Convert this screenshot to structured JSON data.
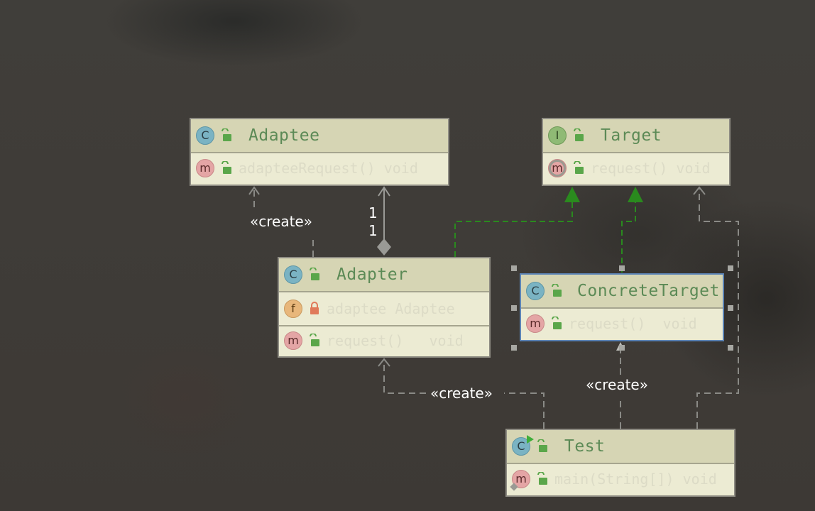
{
  "classes": {
    "adaptee": {
      "name": "Adaptee",
      "kind": "C",
      "members": [
        {
          "kind": "m",
          "text": "adapteeRequest() void"
        }
      ]
    },
    "target": {
      "name": "Target",
      "kind": "I",
      "members": [
        {
          "kind": "m",
          "text": "request() void"
        }
      ]
    },
    "adapter": {
      "name": "Adapter",
      "kind": "C",
      "members": [
        {
          "kind": "f",
          "text": "adaptee Adaptee"
        },
        {
          "kind": "m",
          "text": "request()   void"
        }
      ]
    },
    "concrete_target": {
      "name": "ConcreteTarget",
      "kind": "C",
      "members": [
        {
          "kind": "m",
          "text": "request()  void"
        }
      ]
    },
    "test": {
      "name": "Test",
      "kind": "C",
      "members": [
        {
          "kind": "m",
          "text": "main(String[]) void"
        }
      ]
    }
  },
  "labels": {
    "create_adaptee": "«create»",
    "create_adapter": "«create»",
    "create_concrete": "«create»",
    "mult_top": "1",
    "mult_bottom": "1"
  },
  "colors": {
    "realization": "#2a8a1e",
    "dependency": "#8a8a86",
    "association": "#9a9a96",
    "selection": "#5b83b5"
  },
  "icons": {
    "public": "unlocked-padlock-icon",
    "private": "locked-padlock-icon"
  }
}
